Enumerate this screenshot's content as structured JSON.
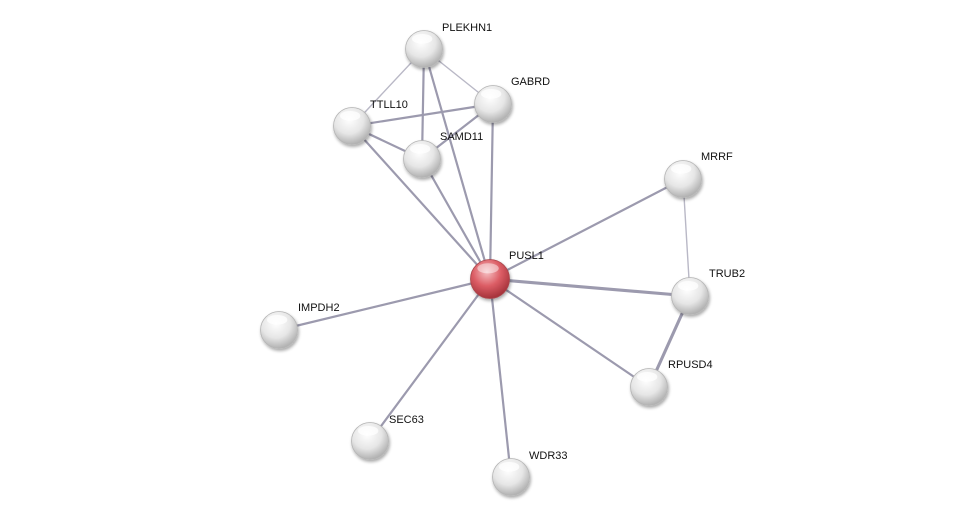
{
  "nodes": [
    {
      "id": "PLEKHN1",
      "label": "PLEKHN1",
      "role": "neighbor"
    },
    {
      "id": "GABRD",
      "label": "GABRD",
      "role": "neighbor"
    },
    {
      "id": "TTLL10",
      "label": "TTLL10",
      "role": "neighbor"
    },
    {
      "id": "SAMD11",
      "label": "SAMD11",
      "role": "neighbor"
    },
    {
      "id": "MRRF",
      "label": "MRRF",
      "role": "neighbor"
    },
    {
      "id": "PUSL1",
      "label": "PUSL1",
      "role": "query"
    },
    {
      "id": "TRUB2",
      "label": "TRUB2",
      "role": "neighbor"
    },
    {
      "id": "IMPDH2",
      "label": "IMPDH2",
      "role": "neighbor"
    },
    {
      "id": "RPUSD4",
      "label": "RPUSD4",
      "role": "neighbor"
    },
    {
      "id": "SEC63",
      "label": "SEC63",
      "role": "neighbor"
    },
    {
      "id": "WDR33",
      "label": "WDR33",
      "role": "neighbor"
    }
  ],
  "edges": [
    {
      "source": "PUSL1",
      "target": "PLEKHN1",
      "strength": "medium"
    },
    {
      "source": "PUSL1",
      "target": "GABRD",
      "strength": "medium"
    },
    {
      "source": "PUSL1",
      "target": "TTLL10",
      "strength": "medium"
    },
    {
      "source": "PUSL1",
      "target": "SAMD11",
      "strength": "medium"
    },
    {
      "source": "PUSL1",
      "target": "MRRF",
      "strength": "medium"
    },
    {
      "source": "PUSL1",
      "target": "TRUB2",
      "strength": "strong"
    },
    {
      "source": "PUSL1",
      "target": "IMPDH2",
      "strength": "medium"
    },
    {
      "source": "PUSL1",
      "target": "RPUSD4",
      "strength": "medium"
    },
    {
      "source": "PUSL1",
      "target": "SEC63",
      "strength": "medium"
    },
    {
      "source": "PUSL1",
      "target": "WDR33",
      "strength": "medium"
    },
    {
      "source": "PLEKHN1",
      "target": "TTLL10",
      "strength": "weak"
    },
    {
      "source": "PLEKHN1",
      "target": "GABRD",
      "strength": "weak"
    },
    {
      "source": "PLEKHN1",
      "target": "SAMD11",
      "strength": "medium"
    },
    {
      "source": "TTLL10",
      "target": "GABRD",
      "strength": "medium"
    },
    {
      "source": "TTLL10",
      "target": "SAMD11",
      "strength": "medium"
    },
    {
      "source": "SAMD11",
      "target": "GABRD",
      "strength": "medium"
    },
    {
      "source": "MRRF",
      "target": "TRUB2",
      "strength": "weak"
    },
    {
      "source": "TRUB2",
      "target": "RPUSD4",
      "strength": "strong"
    }
  ],
  "colors": {
    "query_node": "#d9535b",
    "neighbor_node": "#d4d4d4",
    "edge": "#9c9aae",
    "edge_weak": "#b9b8c6"
  }
}
